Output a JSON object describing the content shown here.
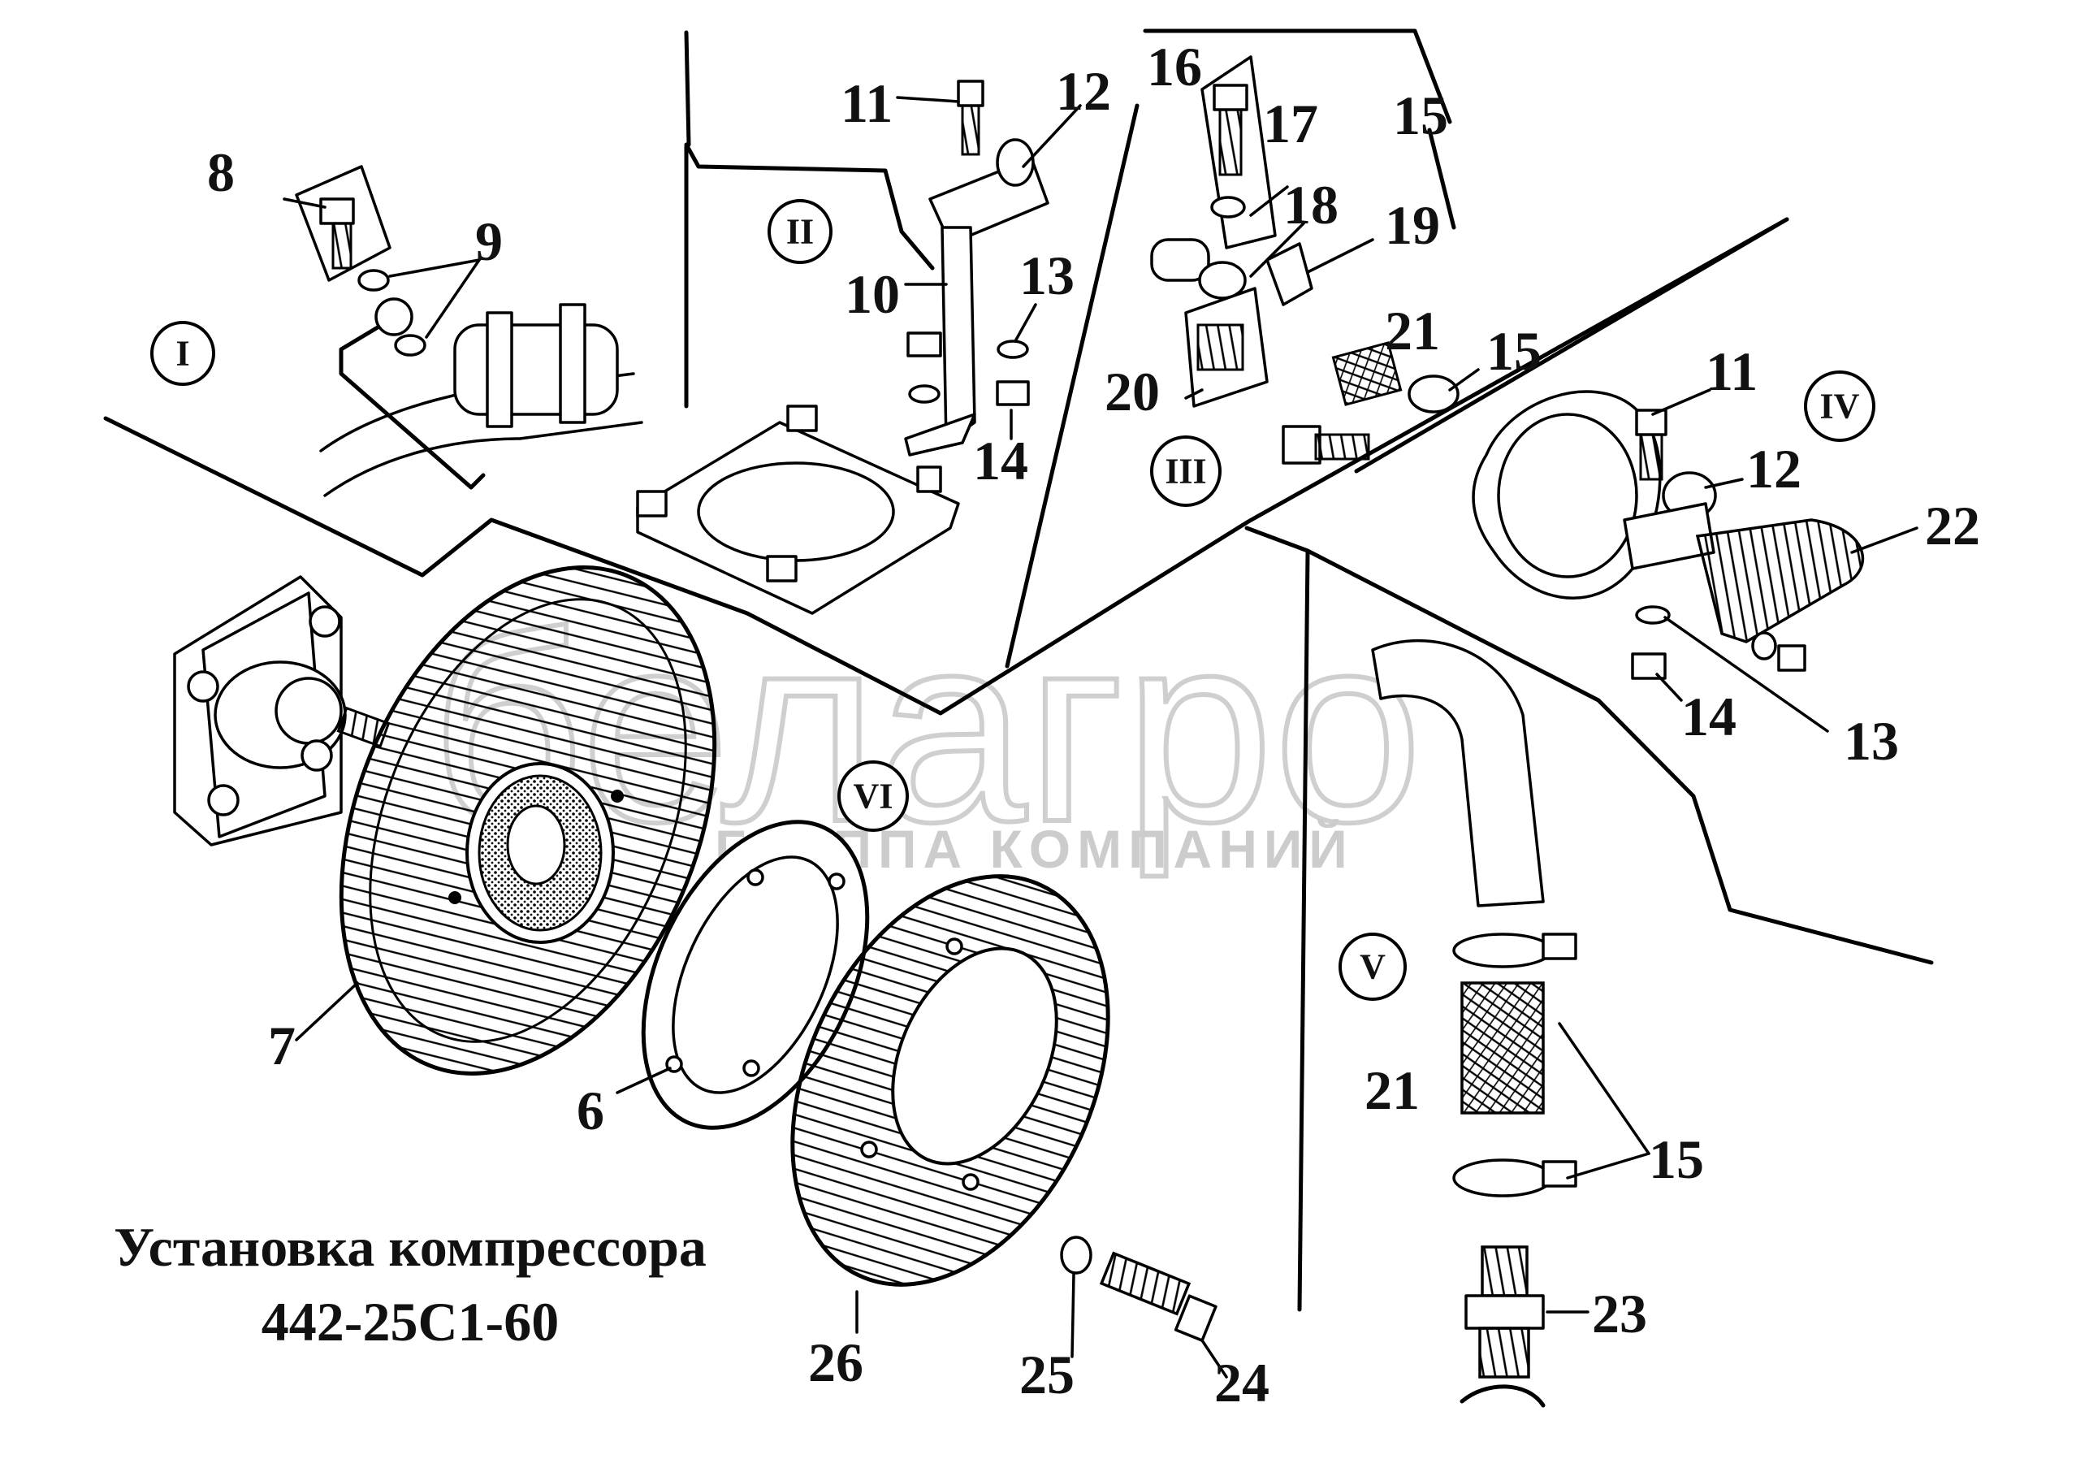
{
  "title_line1": "Установка компрессора",
  "title_line2": "442-25С1-60",
  "watermark": {
    "brand": "белагро",
    "subtitle": "ГРУППА КОМПАНИЙ"
  },
  "views": {
    "I": "I",
    "II": "II",
    "III": "III",
    "IV": "IV",
    "V": "V",
    "VI": "VI"
  },
  "labels": {
    "p6": "6",
    "p7": "7",
    "p8": "8",
    "p9": "9",
    "p10": "10",
    "p11a": "11",
    "p11b": "11",
    "p12a": "12",
    "p12b": "12",
    "p13a": "13",
    "p13b": "13",
    "p14a": "14",
    "p14b": "14",
    "p15a": "15",
    "p15b": "15",
    "p15c": "15",
    "p16": "16",
    "p17": "17",
    "p18": "18",
    "p19": "19",
    "p20": "20",
    "p21a": "21",
    "p21b": "21",
    "p22": "22",
    "p23": "23",
    "p24": "24",
    "p25": "25",
    "p26": "26"
  }
}
